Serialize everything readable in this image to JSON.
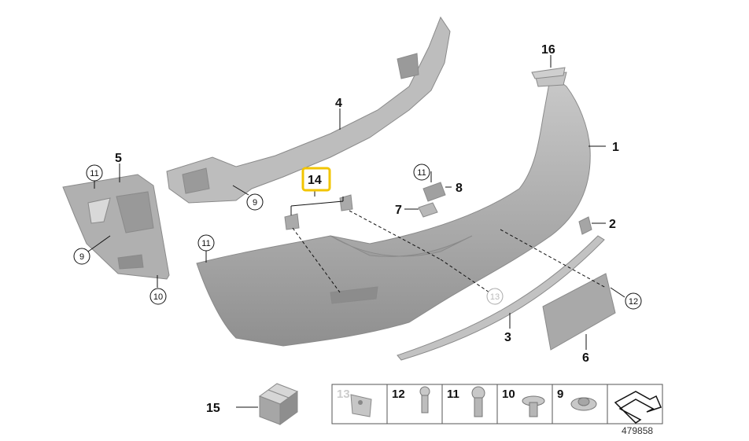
{
  "labels": {
    "p1": "1",
    "p2": "2",
    "p3": "3",
    "p4": "4",
    "p5": "5",
    "p6": "6",
    "p7": "7",
    "p8": "8",
    "p14": "14",
    "p15": "15",
    "p16": "16"
  },
  "circled": {
    "c9a": "9",
    "c9b": "9",
    "c10": "10",
    "c11a": "11",
    "c11b": "11",
    "c11c": "11",
    "c12": "12",
    "c13": "13"
  },
  "parts_table": {
    "cells": [
      "13",
      "12",
      "11",
      "10",
      "9"
    ]
  },
  "doc_number": "479858",
  "colors": {
    "part_fill": "#b4b4b4",
    "highlight_box": "#f2c500"
  }
}
